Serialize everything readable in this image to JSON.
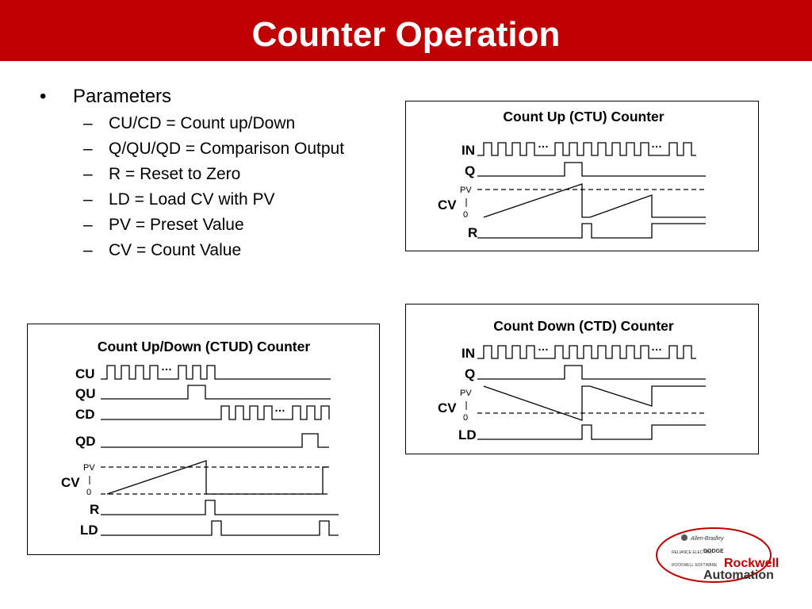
{
  "slide": {
    "title": "Counter Operation"
  },
  "bullets": {
    "main": "Parameters",
    "subs": [
      "CU/CD = Count up/Down",
      "Q/QU/QD = Comparison Output",
      "R = Reset to Zero",
      "LD = Load CV with PV",
      "PV = Preset Value",
      "CV = Count Value"
    ]
  },
  "ctu": {
    "title": "Count Up (CTU) Counter",
    "in": "IN",
    "q": "Q",
    "pv": "PV",
    "cv": "CV",
    "zero": "0",
    "r": "R",
    "ellipsis": "…"
  },
  "ctd": {
    "title": "Count Down (CTD) Counter",
    "in": "IN",
    "q": "Q",
    "pv": "PV",
    "cv": "CV",
    "zero": "0",
    "ld": "LD",
    "ellipsis": "…"
  },
  "ctud": {
    "title": "Count Up/Down (CTUD) Counter",
    "cu": "CU",
    "qu": "QU",
    "cd": "CD",
    "qd": "QD",
    "pv": "PV",
    "cv": "CV",
    "zero": "0",
    "r": "R",
    "ld": "LD",
    "ellipsis": "…"
  },
  "logo": {
    "allen_bradley": "Allen-Bradley",
    "reliance": "RELIANCE ELECTRIC",
    "dodge": "DODGE",
    "rockwell_software": "ROCKWELL SOFTWARE",
    "brand_line1": "Rockwell",
    "brand_line2": "Automation"
  },
  "colors": {
    "accent": "#c00000",
    "text": "#000000",
    "background": "#ffffff"
  }
}
